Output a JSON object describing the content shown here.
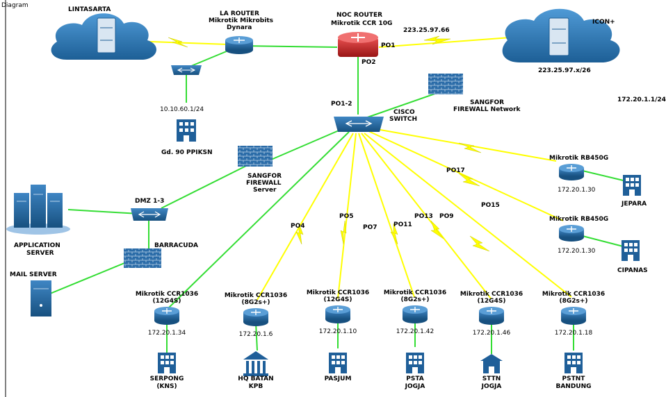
{
  "page_title": "Diagram",
  "clouds": {
    "lintasarta": "LINTASARTA",
    "icon_plus": "ICON+"
  },
  "routers": {
    "la_title": "LA ROUTER",
    "la_sub1": "Mikrotik Mikrobits",
    "la_sub2": "Dynara",
    "noc_title": "NOC ROUTER",
    "noc_sub": "Mikrotik CCR 10G"
  },
  "ips": {
    "icon_link": "223.25.97.66",
    "icon_net": "223.25.97.x/26",
    "gd90_net": "10.10.60.1/24",
    "lan_net": "172.20.1.1/24"
  },
  "ports": {
    "po1": "PO1",
    "po2": "PO2",
    "po1_2": "PO1-2",
    "po4": "PO4",
    "po5": "PO5",
    "po7": "PO7",
    "po11": "PO11",
    "po13": "PO13",
    "po9": "PO9",
    "po15": "PO15",
    "po17": "PO17"
  },
  "core": {
    "switch_l1": "CISCO",
    "switch_l2": "SWITCH",
    "fw_net_l1": "SANGFOR",
    "fw_net_l2": "FIREWALL Network",
    "fw_srv_l1": "SANGFOR",
    "fw_srv_l2": "FIREWALL",
    "fw_srv_l3": "Server",
    "dmz": "DMZ 1-3",
    "barracuda": "BARRACUDA",
    "app_l1": "APPLICATION",
    "app_l2": "SERVER",
    "mail": "MAIL SERVER",
    "gd90": "Gd. 90 PPIKSN"
  },
  "remote": {
    "jepara_model": "Mikrotik RB450G",
    "jepara_ip": "172.20.1.30",
    "jepara_name": "JEPARA",
    "cipanas_model": "Mikrotik RB450G",
    "cipanas_ip": "172.20.1.30",
    "cipanas_name": "CIPANAS"
  },
  "branches": [
    {
      "model": "Mikrotik CCR1036",
      "variant": "(12G4S)",
      "ip": "172.20.1.34",
      "name1": "SERPONG",
      "name2": "(KNS)"
    },
    {
      "model": "Mikrotik CCR1036",
      "variant": "(8G2s+)",
      "ip": "172.20.1.6",
      "name1": "HQ BATAN",
      "name2": "KPB"
    },
    {
      "model": "Mikrotik CCR1036",
      "variant": "(12G4S)",
      "ip": "172.20.1.10",
      "name1": "PASJUM",
      "name2": ""
    },
    {
      "model": "Mikrotik CCR1036",
      "variant": "(8G2s+)",
      "ip": "172.20.1.42",
      "name1": "PSTA",
      "name2": "JOGJA"
    },
    {
      "model": "Mikrotik CCR1036",
      "variant": "(12G4S)",
      "ip": "172.20.1.46",
      "name1": "STTN",
      "name2": "JOGJA"
    },
    {
      "model": "Mikrotik CCR1036",
      "variant": "(8G2s+)",
      "ip": "172.20.1.18",
      "name1": "PSTNT",
      "name2": "BANDUNG"
    }
  ],
  "colors": {
    "green_link": "#33dd33",
    "yellow_link": "#ffff00",
    "device_blue": "#1f5f99",
    "noc_red": "#cc2222"
  }
}
